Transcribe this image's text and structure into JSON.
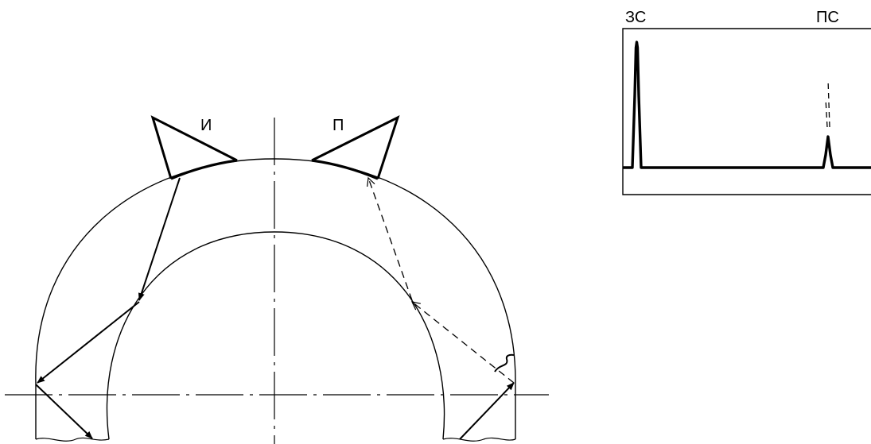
{
  "probes": {
    "emitter_label": "И",
    "receiver_label": "П"
  },
  "oscilloscope": {
    "left_pulse_label": "ЗС",
    "right_pulse_label": "ПС"
  },
  "colors": {
    "line": "#000000",
    "background": "#ffffff"
  }
}
